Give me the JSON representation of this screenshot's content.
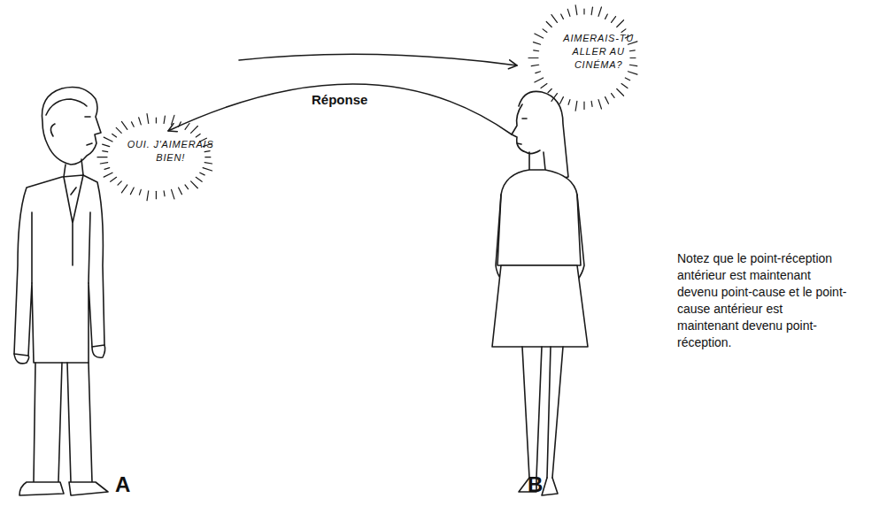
{
  "diagram": {
    "nodes": [
      {
        "text": [
          "AIMERAIS-TU ALLER AU CINÉMA?"
        ]
      },
      {
        "text": [
          "OUI. J'AIMERAIS BIEN!"
        ]
      }
    ],
    "labels": [
      "Réponse",
      "A",
      "B",
      "Notez que le point-réception antérieur est maintenant devenu point-cause et le point-cause antérieur est maintenant devenu point-réception."
    ]
  }
}
